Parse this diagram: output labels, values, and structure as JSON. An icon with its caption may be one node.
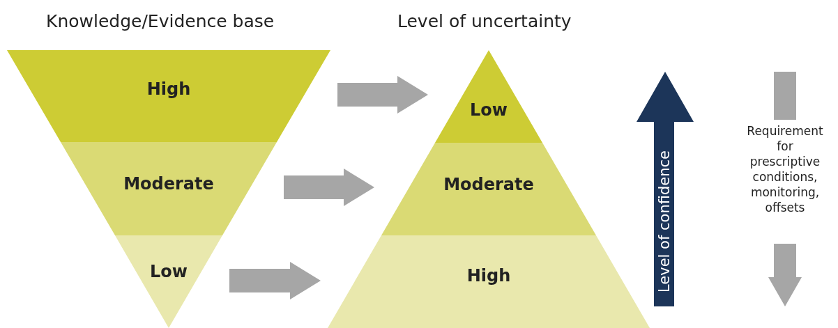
{
  "diagram": {
    "nodes": [
      {
        "text": [
          "High"
        ]
      },
      {
        "text": [
          "Moderate"
        ]
      },
      {
        "text": [
          "Low"
        ]
      },
      {
        "text": [
          "Low"
        ]
      },
      {
        "text": [
          "Moderate"
        ]
      },
      {
        "text": [
          "High"
        ]
      }
    ],
    "edges": [
      {
        "from": 0,
        "to": 3,
        "arrow": "to"
      },
      {
        "from": 1,
        "to": 4,
        "arrow": "to"
      },
      {
        "from": 2,
        "to": 5,
        "arrow": "to"
      }
    ],
    "labels": [
      "Knowledge/Evidence base",
      "Level of uncertainty",
      "Level of confidence",
      "Requirement for prescriptive conditions, monitoring, offsets"
    ]
  }
}
